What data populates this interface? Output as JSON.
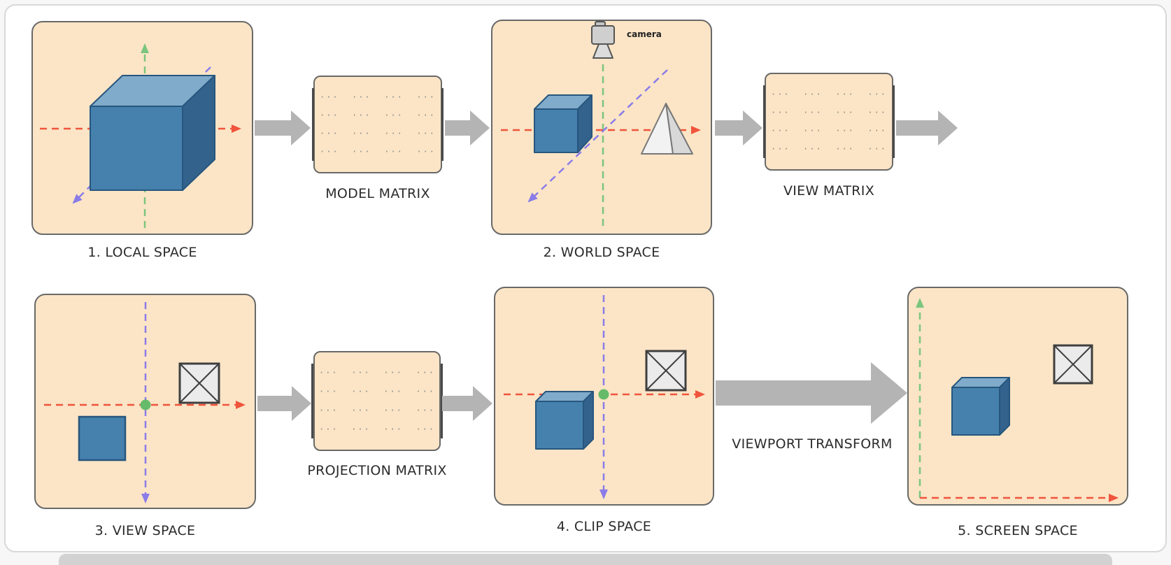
{
  "diagram": {
    "stages": [
      {
        "id": "local",
        "label": "1. LOCAL SPACE"
      },
      {
        "id": "world",
        "label": "2. WORLD SPACE"
      },
      {
        "id": "view",
        "label": "3. VIEW SPACE"
      },
      {
        "id": "clip",
        "label": "4. CLIP SPACE"
      },
      {
        "id": "screen",
        "label": "5. SCREEN SPACE"
      }
    ],
    "matrices": {
      "model_label": "MODEL MATRIX",
      "view_label": "VIEW MATRIX",
      "projection_label": "PROJECTION MATRIX",
      "row": "···  ···  ···  ···"
    },
    "transform_label": "VIEWPORT TRANSFORM",
    "camera_label": "camera",
    "colors": {
      "panel_bg": "#fbe5c6",
      "panel_border": "#696969",
      "arrow_gray": "#b4b4b4",
      "axis_red": "#f0543c",
      "axis_green": "#7cc57e",
      "axis_purple": "#8a7ce8",
      "origin_dot_green": "#66bb6a",
      "cube_front": "#4681ad",
      "cube_top": "#81abca",
      "cube_side": "#33628d",
      "label_text": "#2b2b2b"
    }
  }
}
